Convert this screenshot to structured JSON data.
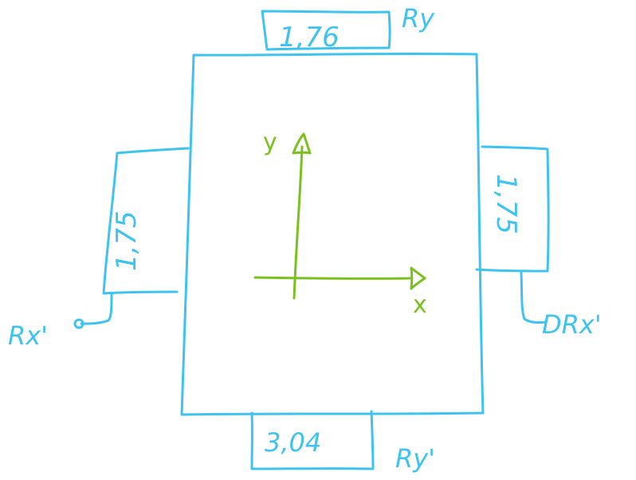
{
  "colors": {
    "blue": "#3EC3F0",
    "green": "#7BC11E",
    "background": "#FFFFFF"
  },
  "top": {
    "value": "1,76",
    "label": "Ry"
  },
  "bottom": {
    "value": "3,04",
    "label": "Ry'"
  },
  "left": {
    "value": "1,75",
    "label": "Rx'"
  },
  "right": {
    "value": "1,75",
    "label": "DRx'"
  },
  "axes": {
    "x": "x",
    "y": "y"
  }
}
